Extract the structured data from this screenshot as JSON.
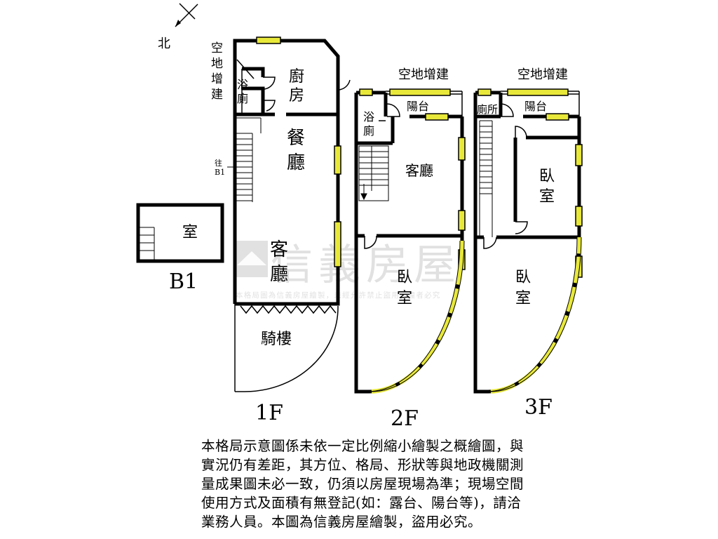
{
  "compass": {
    "north_label": "北"
  },
  "watermark": {
    "brand": "信義房屋",
    "notice": "本格局圖為信義房屋繪製，未經允許禁止盜用，違者必究"
  },
  "floors": {
    "b1": {
      "caption": "B1",
      "rooms": {
        "room": "室"
      }
    },
    "f1": {
      "caption": "1F",
      "rooms": {
        "vacant_extension": [
          "空",
          "地",
          "增",
          "建"
        ],
        "bath": [
          "浴",
          "廁"
        ],
        "kitchen": [
          "廚",
          "房"
        ],
        "dining": [
          "餐",
          "廳"
        ],
        "to_b1": [
          "往",
          "B1"
        ],
        "living": [
          "客",
          "廳"
        ],
        "arcade": "騎樓"
      }
    },
    "f2": {
      "caption": "2F",
      "rooms": {
        "vacant_extension": "空地增建",
        "balcony": "陽台",
        "bath": [
          "浴",
          "廁"
        ],
        "living": "客廳",
        "bedroom": [
          "臥",
          "室"
        ]
      }
    },
    "f3": {
      "caption": "3F",
      "rooms": {
        "vacant_extension": "空地增建",
        "balcony": "陽台",
        "toilet": "廁所",
        "bedroom_upper": [
          "臥",
          "室"
        ],
        "bedroom_lower": [
          "臥",
          "室"
        ]
      }
    }
  },
  "disclaimer": [
    "本格局示意圖係未依一定比例縮小繪製之概繪圖，與",
    "實況仍有差距，其方位、格局、形狀等與地政機關測",
    "量成果圖未必一致，仍須以房屋現場為準；現場空間",
    "使用方式及面積有無登記(如：露台、陽台等)，請洽",
    "業務人員。本圖為信義房屋繪製，盜用必究。"
  ],
  "colors": {
    "window": "#e8e83a",
    "wall": "#000000",
    "watermark": "#c9c9c9"
  }
}
